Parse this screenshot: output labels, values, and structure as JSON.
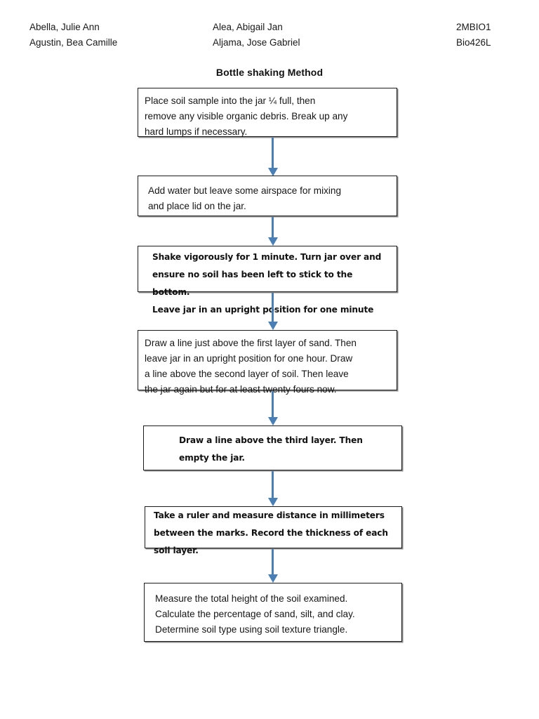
{
  "header": {
    "col1": {
      "line1": "Abella, Julie Ann",
      "line2": "Agustin, Bea Camille"
    },
    "col2": {
      "line1": "Alea, Abigail Jan",
      "line2": "Aljama, Jose Gabriel"
    },
    "col3": {
      "line1": "2MBIO1",
      "line2": "Bio426L"
    }
  },
  "title": "Bottle shaking Method",
  "accent_color": "#4a7fb5",
  "border_color": "#1b1b1b",
  "flowchart": {
    "type": "flowchart",
    "orientation": "vertical",
    "step_count": 7,
    "steps": [
      {
        "id": "step-1",
        "lines": [
          "Place soil sample into the jar ¼ full, then",
          "remove any visible organic debris. Break up any",
          "hard lumps if necessary."
        ]
      },
      {
        "id": "step-2",
        "lines": [
          "Add water but leave some airspace for mixing",
          "and place lid on the jar."
        ]
      },
      {
        "id": "step-3",
        "lines": [
          "Shake vigorously for 1 minute. Turn jar over and",
          "ensure no soil has been left to stick to the bottom.",
          "Leave jar in an upright position for one minute"
        ]
      },
      {
        "id": "step-4",
        "lines": [
          "Draw a line just above the first layer of sand. Then",
          "leave jar in an upright position for one hour. Draw",
          "a line above the second layer of soil. Then leave",
          "the jar again but for at least twenty fours now."
        ]
      },
      {
        "id": "step-5",
        "lines": [
          "Draw a line above the third layer. Then",
          "empty the jar."
        ]
      },
      {
        "id": "step-6",
        "lines": [
          "Take a ruler and measure distance in millimeters",
          "between the marks. Record the thickness of each",
          "soil layer."
        ]
      },
      {
        "id": "step-7",
        "lines": [
          "Measure the total height of the soil examined.",
          "Calculate the percentage of sand, silt, and clay.",
          "Determine soil type using soil texture triangle."
        ]
      }
    ],
    "connectors": [
      {
        "id": "arrow-1",
        "from": "step-1",
        "to": "step-2",
        "icon": "down-arrow-icon"
      },
      {
        "id": "arrow-2",
        "from": "step-2",
        "to": "step-3",
        "icon": "down-arrow-icon"
      },
      {
        "id": "arrow-3",
        "from": "step-3",
        "to": "step-4",
        "icon": "down-arrow-icon"
      },
      {
        "id": "arrow-4",
        "from": "step-4",
        "to": "step-5",
        "icon": "down-arrow-icon"
      },
      {
        "id": "arrow-5",
        "from": "step-5",
        "to": "step-6",
        "icon": "down-arrow-icon"
      },
      {
        "id": "arrow-6",
        "from": "step-6",
        "to": "step-7",
        "icon": "down-arrow-icon"
      }
    ]
  }
}
